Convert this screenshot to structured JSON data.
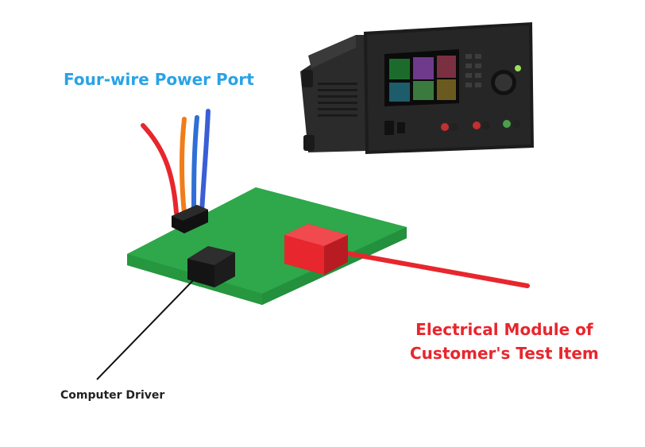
{
  "labels": {
    "power_port": "Four-wire Power Port",
    "module_line1": "Electrical Module  of",
    "module_line2": "Customer's Test Item",
    "computer_driver": "Computer Driver"
  },
  "colors": {
    "power_port_text": "#29a3e6",
    "module_text": "#e8262d",
    "board": "#2ea84a",
    "module_block": "#e8262d",
    "driver_block": "#222222",
    "wires": [
      "#e8262d",
      "#f07d1a",
      "#2f6fd6",
      "#3a5ed6"
    ]
  },
  "icons": {
    "instrument": "power-supply-instrument-icon"
  }
}
